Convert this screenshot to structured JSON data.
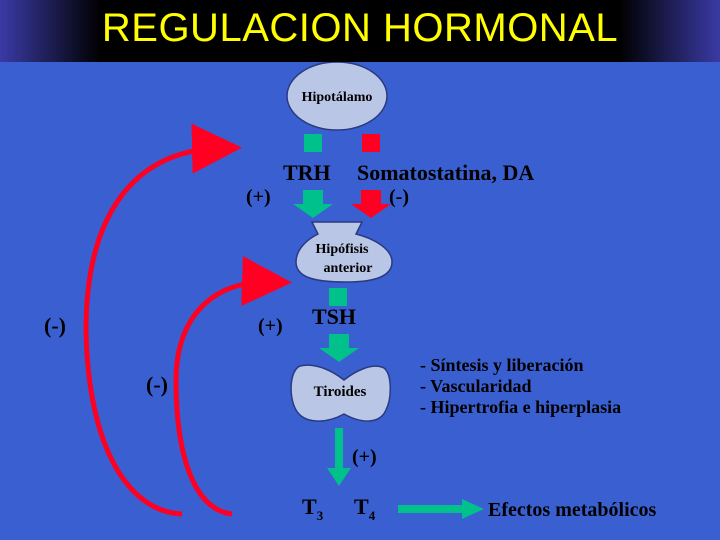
{
  "slide": {
    "title": "REGULACION HORMONAL"
  },
  "diagram": {
    "hipotalamo": "Hipotálamo",
    "trh": "TRH",
    "somatostatina": "Somatostatina, DA",
    "trh_sign": "(+)",
    "soma_sign": "(-)",
    "hipofisis_line1": "Hipófisis",
    "hipofisis_line2": "anterior",
    "tsh": "TSH",
    "tsh_sign": "(+)",
    "tiroides": "Tiroides",
    "effects": [
      "- Síntesis y liberación",
      "- Vascularidad",
      "- Hipertrofia e hiperplasia"
    ],
    "tiroides_sign": "(+)",
    "t3": "T",
    "t3_sub": "3",
    "t4": "T",
    "t4_sub": "4",
    "efectos": "Efectos metabólicos",
    "outer_feedback_sign": "(-)",
    "inner_feedback_sign": "(-)"
  },
  "colors": {
    "background": "#3a5fd0",
    "title_text": "#ffff00",
    "node_fill": "#b9c6e6",
    "stimulate": "#00c08c",
    "inhibit": "#ff0022",
    "feedback": "#ff0022"
  }
}
